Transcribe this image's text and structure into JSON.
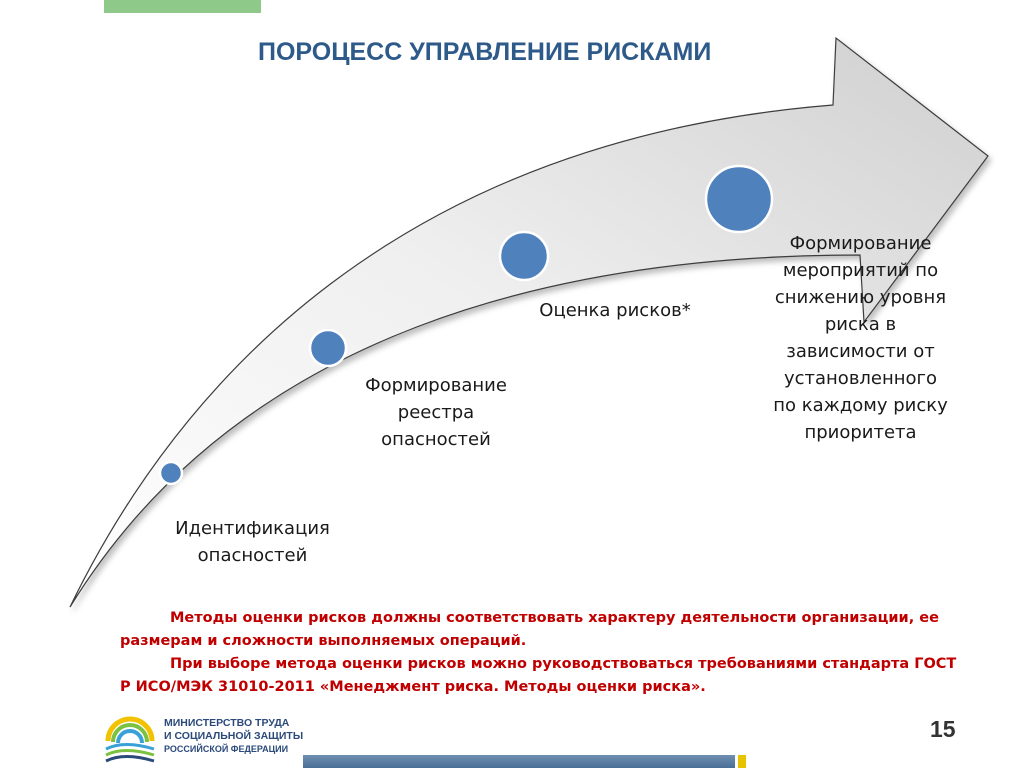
{
  "title": "ПОРОЦЕСС УПРАВЛЕНИЕ РИСКАМИ",
  "steps": [
    {
      "label": "Идентификация\nопасностей"
    },
    {
      "label": "Формирование\nреестра\nопасностей"
    },
    {
      "label": "Оценка рисков*"
    },
    {
      "label": "Формирование\nмероприятий по\nснижению уровня\nриска в\nзависимости от\nустановленного\nпо каждому риску\nприоритета"
    }
  ],
  "notes": [
    "Методы оценки рисков должны соответствовать характеру деятельности организации, ее размерам и сложности выполняемых операций.",
    "При выборе метода оценки рисков можно руководствоваться требованиями стандарта ГОСТ Р ИСО/МЭК 31010-2011 «Менеджмент риска. Методы оценки риска»."
  ],
  "footer": {
    "ministry_line1": "МИНИСТЕРСТВО ТРУДА",
    "ministry_line2": "И СОЦИАЛЬНОЙ ЗАЩИТЫ",
    "ministry_line3": "РОССИЙСКОЙ ФЕДЕРАЦИИ",
    "page_number": "15"
  },
  "colors": {
    "title": "#2e5a8a",
    "notes": "#c00000",
    "circle": "#4f81bd",
    "top_bar": "#8fc98a",
    "bottom_bar": "#4a6f96",
    "accent": "#e8c400"
  }
}
